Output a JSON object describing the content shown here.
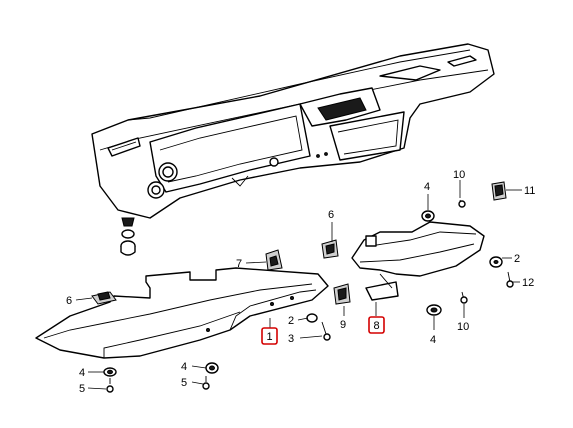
{
  "callouts": {
    "c1": "1",
    "c2a": "2",
    "c2b": "2",
    "c3": "3",
    "c4a": "4",
    "c4b": "4",
    "c4c": "4",
    "c4d": "4",
    "c5a": "5",
    "c5b": "5",
    "c6a": "6",
    "c6b": "6",
    "c7": "7",
    "c8": "8",
    "c9": "9",
    "c10a": "10",
    "c10b": "10",
    "c11": "11",
    "c12": "12"
  },
  "highlighted_parts": [
    "1",
    "8"
  ],
  "highlight_color": "#d40000"
}
